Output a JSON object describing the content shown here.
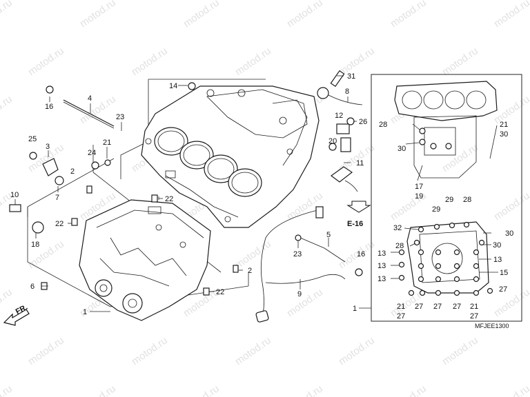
{
  "watermark": {
    "text": "motod.ru"
  },
  "diagram": {
    "figure_code": "MFJEE1300",
    "ref_arrow": "E-16",
    "direction_arrow": "FR.",
    "callouts": [
      {
        "id": "c31",
        "text": "31"
      },
      {
        "id": "c14",
        "text": "14"
      },
      {
        "id": "c4",
        "text": "4"
      },
      {
        "id": "c8",
        "text": "8"
      },
      {
        "id": "c16a",
        "text": "16"
      },
      {
        "id": "c23a",
        "text": "23"
      },
      {
        "id": "c12",
        "text": "12"
      },
      {
        "id": "c26",
        "text": "26"
      },
      {
        "id": "c25",
        "text": "25"
      },
      {
        "id": "c3",
        "text": "3"
      },
      {
        "id": "c21a",
        "text": "21"
      },
      {
        "id": "c24",
        "text": "24"
      },
      {
        "id": "c20",
        "text": "20"
      },
      {
        "id": "c11",
        "text": "11"
      },
      {
        "id": "c7",
        "text": "7"
      },
      {
        "id": "c2a",
        "text": "2"
      },
      {
        "id": "c10",
        "text": "10"
      },
      {
        "id": "c22a",
        "text": "22"
      },
      {
        "id": "c22b",
        "text": "22"
      },
      {
        "id": "c18",
        "text": "18"
      },
      {
        "id": "c5",
        "text": "5"
      },
      {
        "id": "c23b",
        "text": "23"
      },
      {
        "id": "c16b",
        "text": "16"
      },
      {
        "id": "c2b",
        "text": "2"
      },
      {
        "id": "c6",
        "text": "6"
      },
      {
        "id": "c22c",
        "text": "22"
      },
      {
        "id": "c9",
        "text": "9"
      },
      {
        "id": "c1a",
        "text": "1"
      },
      {
        "id": "c1b",
        "text": "1"
      },
      {
        "id": "i28a",
        "text": "28"
      },
      {
        "id": "i21a",
        "text": "21"
      },
      {
        "id": "i30a",
        "text": "30"
      },
      {
        "id": "i30b",
        "text": "30"
      },
      {
        "id": "i17",
        "text": "17"
      },
      {
        "id": "i19",
        "text": "19"
      },
      {
        "id": "i29",
        "text": "29"
      },
      {
        "id": "i29b",
        "text": "29"
      },
      {
        "id": "i28b",
        "text": "28"
      },
      {
        "id": "i32",
        "text": "32"
      },
      {
        "id": "i30c",
        "text": "30"
      },
      {
        "id": "i13a",
        "text": "13"
      },
      {
        "id": "i28c",
        "text": "28"
      },
      {
        "id": "i30d",
        "text": "30"
      },
      {
        "id": "i13b",
        "text": "13"
      },
      {
        "id": "i13c",
        "text": "13"
      },
      {
        "id": "i15",
        "text": "15"
      },
      {
        "id": "i13d",
        "text": "13"
      },
      {
        "id": "i27a",
        "text": "27"
      },
      {
        "id": "i21b",
        "text": "21"
      },
      {
        "id": "i27b",
        "text": "27"
      },
      {
        "id": "i27c",
        "text": "27"
      },
      {
        "id": "i27d",
        "text": "27"
      },
      {
        "id": "i27e",
        "text": "27"
      },
      {
        "id": "i21c",
        "text": "21"
      },
      {
        "id": "i27f",
        "text": "27"
      }
    ]
  }
}
